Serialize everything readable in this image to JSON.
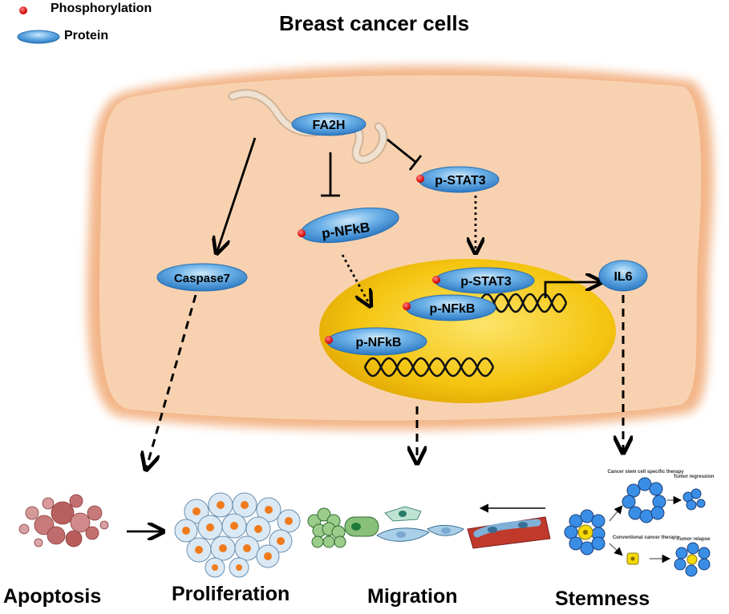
{
  "legend": {
    "phosphorylation": "Phosphorylation",
    "protein": "Protein"
  },
  "title": "Breast cancer cells",
  "proteins": {
    "fa2h": "FA2H",
    "caspase7": "Caspase7",
    "p_nfkb_cyto": "p-NFkB",
    "p_stat3_cyto": "p-STAT3",
    "p_stat3_nuc": "p-STAT3",
    "p_nfkb_nuc_1": "p-NFkB",
    "p_nfkb_nuc_2": "p-NFkB",
    "il6": "IL6"
  },
  "outcomes": {
    "apoptosis": "Apoptosis",
    "proliferation": "Proliferation",
    "migration": "Migration",
    "stemness": "Stemness"
  },
  "stemness_panel": {
    "csc_therapy": "Cancer stem cell specific therapy",
    "tumor_regression": "Tumor regression",
    "conventional_therapy": "Conventional cancer therapy",
    "tumor_relapse": "Tumor relapse"
  },
  "colors": {
    "cell_fill": "#f7d0ad",
    "cell_edge": "#eea877",
    "nucleus": "#f2c40f",
    "protein": "#4f9fdd",
    "phospho_dot": "#e01010"
  }
}
